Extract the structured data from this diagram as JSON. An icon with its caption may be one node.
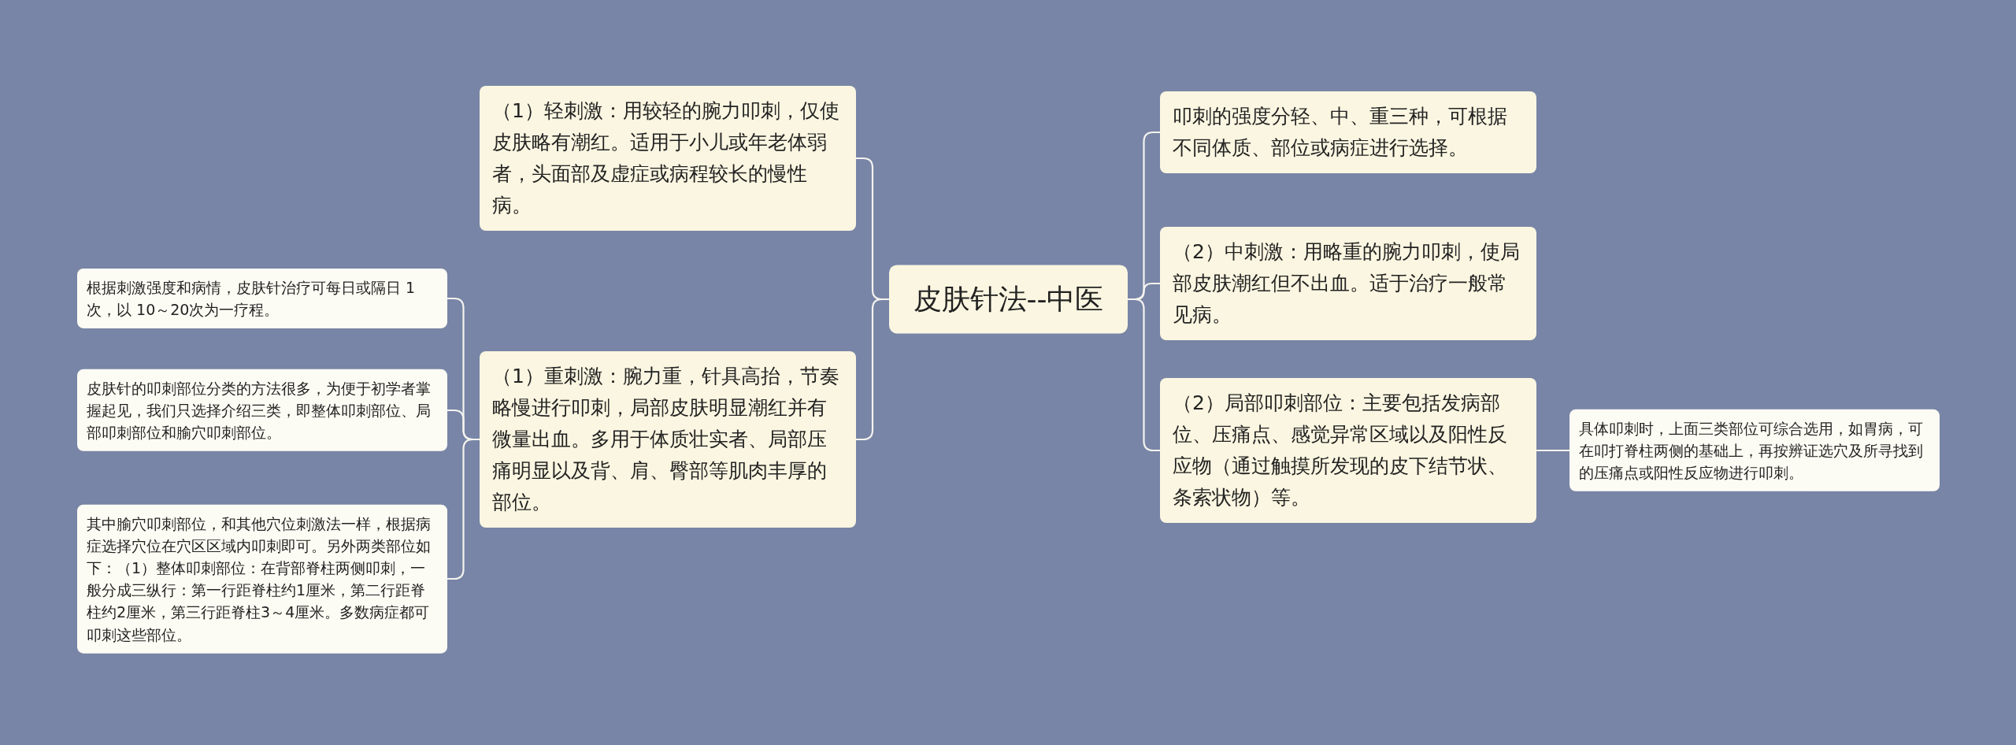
{
  "diagram": {
    "nodes": [
      {
        "text": [
          "皮肤针法--中医"
        ]
      },
      {
        "text": [
          "（1）轻刺激：用较轻的腕力叩刺，仅使皮肤略有潮红。适用于小儿或年老体弱者，头面部及虚症或病程较长的慢性病。"
        ]
      },
      {
        "text": [
          "（1）重刺激：腕力重，针具高抬，节奏略慢进行叩刺，局部皮肤明显潮红并有微量出血。多用于体质壮实者、局部压痛明显以及背、肩、臀部等肌肉丰厚的部位。"
        ]
      },
      {
        "text": [
          "根据刺激强度和病情，皮肤针治疗可每日或隔日 1次，以 10～20次为一疗程。"
        ]
      },
      {
        "text": [
          "皮肤针的叩刺部位分类的方法很多，为便于初学者掌握起见，我们只选择介绍三类，即整体叩刺部位、局部叩刺部位和腧穴叩刺部位。"
        ]
      },
      {
        "text": [
          "其中腧穴叩刺部位，和其他穴位刺激法一样，根据病症选择穴位在穴区区域内叩刺即可。另外两类部位如下：（1）整体叩刺部位：在背部脊柱两侧叩刺，一般分成三纵行：第一行距脊柱约1厘米，第二行距脊柱约2厘米，第三行距脊柱3～4厘米。多数病症都可叩刺这些部位。"
        ]
      },
      {
        "text": [
          "叩刺的强度分轻、中、重三种，可根据不同体质、部位或病症进行选择。"
        ]
      },
      {
        "text": [
          "（2）中刺激：用略重的腕力叩刺，使局部皮肤潮红但不出血。适于治疗一般常见病。"
        ]
      },
      {
        "text": [
          "（2）局部叩刺部位：主要包括发病部位、压痛点、感觉异常区域以及阳性反应物（通过触摸所发现的皮下结节状、条索状物）等。"
        ]
      },
      {
        "text": [
          "具体叩刺时，上面三类部位可综合选用，如胃病，可在叩打脊柱两侧的基础上，再按辨证选穴及所寻找到的压痛点或阳性反应物进行叩刺。"
        ]
      }
    ],
    "edges": [
      {
        "from": 0,
        "to": 1,
        "arrow": "none"
      },
      {
        "from": 0,
        "to": 2,
        "arrow": "none"
      },
      {
        "from": 2,
        "to": 3,
        "arrow": "none"
      },
      {
        "from": 2,
        "to": 4,
        "arrow": "none"
      },
      {
        "from": 2,
        "to": 5,
        "arrow": "none"
      },
      {
        "from": 0,
        "to": 6,
        "arrow": "none"
      },
      {
        "from": 0,
        "to": 7,
        "arrow": "none"
      },
      {
        "from": 0,
        "to": 8,
        "arrow": "none"
      },
      {
        "from": 8,
        "to": 9,
        "arrow": "none"
      }
    ]
  }
}
